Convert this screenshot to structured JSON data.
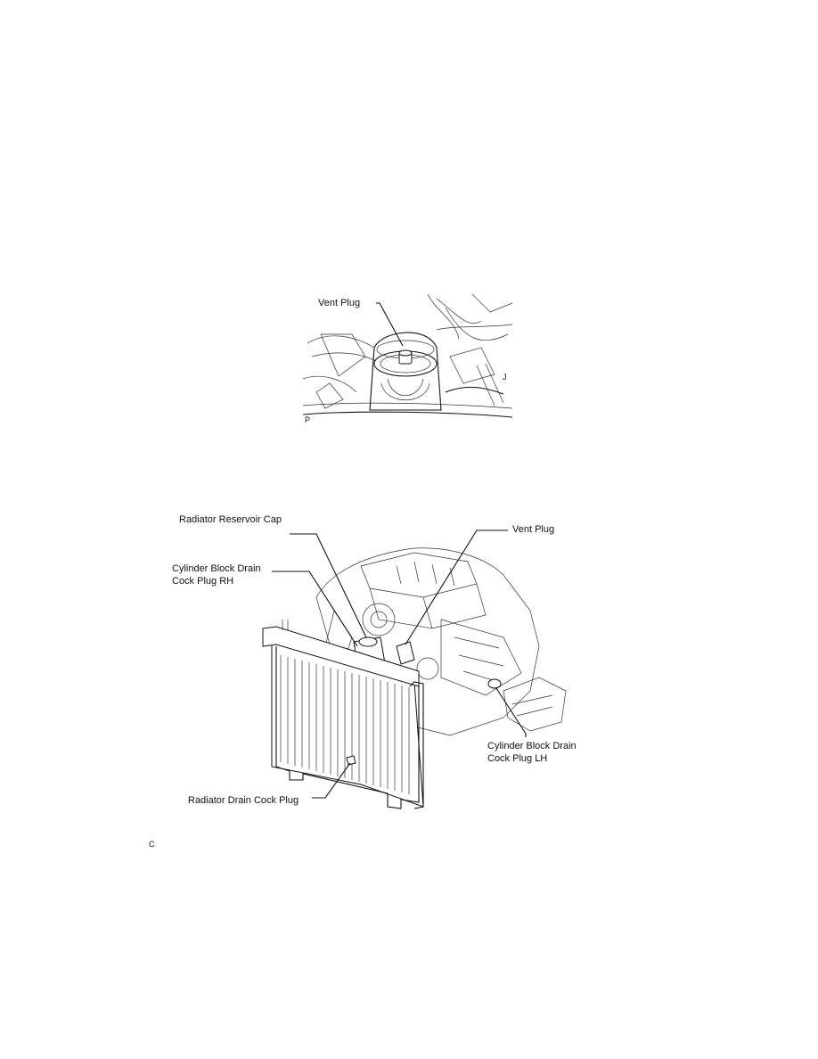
{
  "figure_top": {
    "label_vent_plug": "Vent Plug",
    "corner_left": "P",
    "corner_right": "J"
  },
  "figure_bottom": {
    "label_reservoir_cap": "Radiator Reservoir Cap",
    "label_vent_plug": "Vent Plug",
    "label_drain_rh_line1": "Cylinder Block Drain",
    "label_drain_rh_line2": "Cock Plug RH",
    "label_drain_lh_line1": "Cylinder Block Drain",
    "label_drain_lh_line2": "Cock Plug LH",
    "label_radiator_drain": "Radiator Drain Cock Plug",
    "corner_left": "C"
  }
}
